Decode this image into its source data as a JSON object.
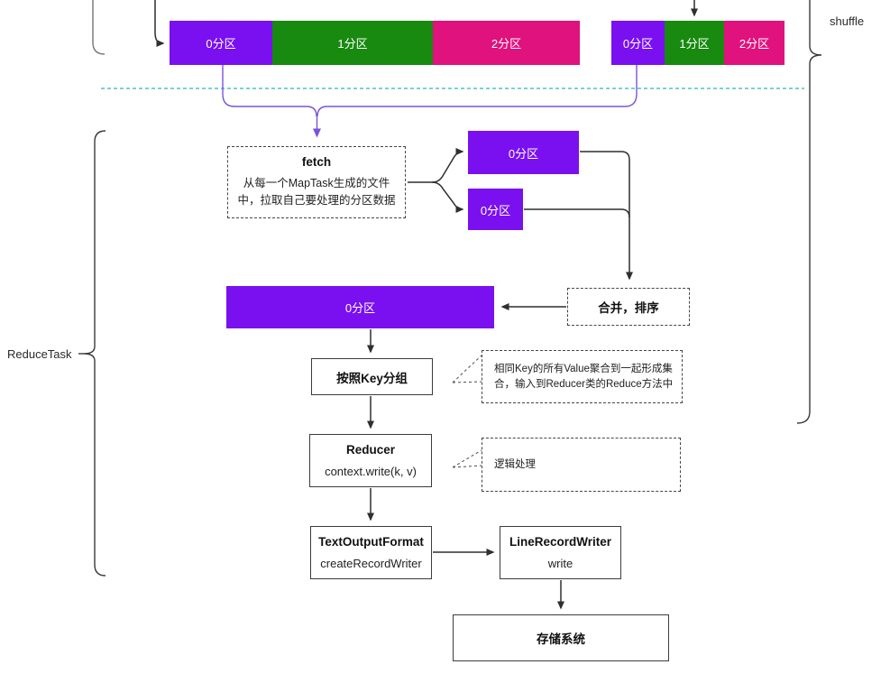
{
  "labels": {
    "shuffle": "shuffle",
    "reduce_task": "ReduceTask"
  },
  "bars": {
    "map_output_1": {
      "segments": [
        {
          "label": "0分区"
        },
        {
          "label": "1分区"
        },
        {
          "label": "2分区"
        }
      ]
    },
    "map_output_2": {
      "segments": [
        {
          "label": "0分区"
        },
        {
          "label": "1分区"
        },
        {
          "label": "2分区"
        }
      ]
    }
  },
  "fetch": {
    "title": "fetch",
    "desc_line1": "从每一个MapTask生成的文件",
    "desc_line2": "中，拉取自己要处理的分区数据"
  },
  "fetched_partitions": {
    "box1": "0分区",
    "box2": "0分区"
  },
  "merge_sort": {
    "label": "合并，排序"
  },
  "merged_partition": {
    "label": "0分区"
  },
  "group_by_key": {
    "label": "按照Key分组"
  },
  "note_group": {
    "line1": "相同Key的所有Value聚合到一起形成集",
    "line2": "合，输入到Reducer类的Reduce方法中"
  },
  "reducer": {
    "title": "Reducer",
    "code": "context.write(k, v)"
  },
  "note_logic": {
    "label": "逻辑处理"
  },
  "text_output_format": {
    "title": "TextOutputFormat",
    "method": "createRecordWriter"
  },
  "line_record_writer": {
    "title": "LineRecordWriter",
    "method": "write"
  },
  "storage": {
    "label": "存储系统"
  },
  "colors": {
    "partition_purple": "#7a10f0",
    "partition_green": "#178a0f",
    "partition_magenta": "#e0127e",
    "connector_purple": "#7a52dc",
    "divider_teal": "#2fb9a9",
    "line_dark": "#2f2f2f",
    "brace_gray": "#7d7d7d"
  }
}
